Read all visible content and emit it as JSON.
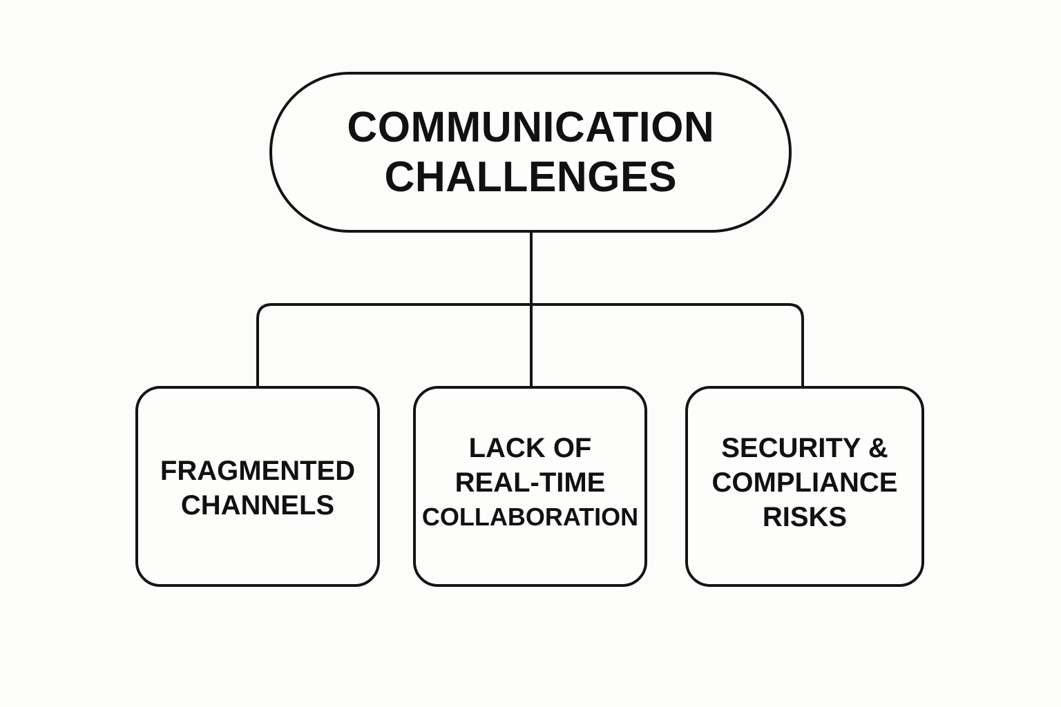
{
  "diagram": {
    "type": "hierarchy",
    "root": {
      "lines": [
        "COMMUNICATION",
        "CHALLENGES"
      ]
    },
    "children": [
      {
        "lines": [
          "FRAGMENTED",
          "CHANNELS"
        ]
      },
      {
        "lines": [
          "LACK OF",
          "REAL-TIME",
          "COLLABORATION"
        ]
      },
      {
        "lines": [
          "SECURITY &",
          "COMPLIANCE",
          "RISKS"
        ]
      }
    ],
    "colors": {
      "background": "#fcfcfa",
      "stroke": "#141414",
      "text": "#111111"
    }
  }
}
